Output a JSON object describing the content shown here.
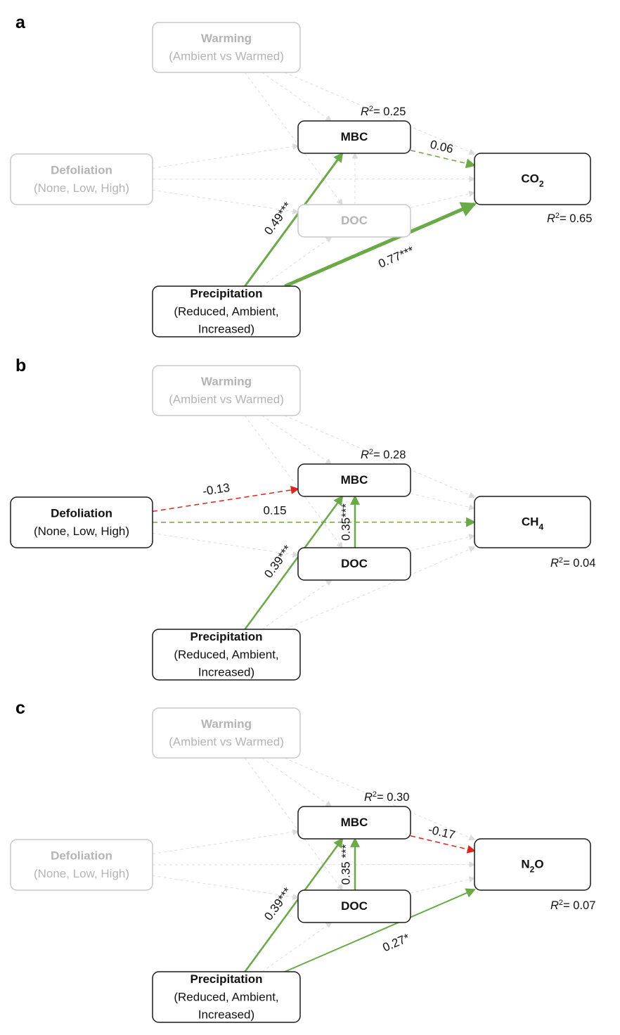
{
  "panels": [
    {
      "letter": "a",
      "nodes": {
        "warming": {
          "title": "Warming",
          "sub": [
            "(Ambient vs Warmed)"
          ],
          "active": false
        },
        "defoliation": {
          "title": "Defoliation",
          "sub": [
            "(None, Low, High)"
          ],
          "active": false
        },
        "precipitation": {
          "title": "Precipitation",
          "sub": [
            "(Reduced, Ambient,",
            "Increased)"
          ],
          "active": true
        },
        "mbc": {
          "title": "MBC",
          "sub": [],
          "active": true
        },
        "doc": {
          "title": "DOC",
          "sub": [],
          "active": false
        },
        "out": {
          "title": "CO",
          "subscript": "2",
          "sub": [],
          "active": true
        }
      },
      "r2": {
        "mbc": "0.25",
        "out": "0.65"
      },
      "paths": [
        {
          "from": "precipitation",
          "to": "mbc",
          "coef": "0.49***",
          "color": "green",
          "style": "solid",
          "width": 3
        },
        {
          "from": "precipitation",
          "to": "out",
          "coef": "0.77***",
          "color": "green",
          "style": "solid",
          "width": 5
        },
        {
          "from": "mbc",
          "to": "out",
          "coef": "0.06",
          "color": "green",
          "style": "dashed",
          "width": 1.5
        }
      ]
    },
    {
      "letter": "b",
      "nodes": {
        "warming": {
          "title": "Warming",
          "sub": [
            "(Ambient vs Warmed)"
          ],
          "active": false
        },
        "defoliation": {
          "title": "Defoliation",
          "sub": [
            "(None, Low, High)"
          ],
          "active": true
        },
        "precipitation": {
          "title": "Precipitation",
          "sub": [
            "(Reduced, Ambient,",
            "Increased)"
          ],
          "active": true
        },
        "mbc": {
          "title": "MBC",
          "sub": [],
          "active": true
        },
        "doc": {
          "title": "DOC",
          "sub": [],
          "active": true
        },
        "out": {
          "title": "CH",
          "subscript": "4",
          "sub": [],
          "active": true
        }
      },
      "r2": {
        "mbc": "0.28",
        "out": "0.04"
      },
      "paths": [
        {
          "from": "defoliation",
          "to": "mbc",
          "coef": "-0.13",
          "color": "red",
          "style": "dashed",
          "width": 1.5
        },
        {
          "from": "defoliation",
          "to": "out",
          "coef": "0.15",
          "color": "green",
          "style": "dashed",
          "width": 1.5
        },
        {
          "from": "precipitation",
          "to": "mbc",
          "coef": "0.39***",
          "color": "green",
          "style": "solid",
          "width": 2.5
        },
        {
          "from": "doc",
          "to": "mbc",
          "coef": "0.35***",
          "color": "green",
          "style": "solid",
          "width": 2.5
        }
      ]
    },
    {
      "letter": "c",
      "nodes": {
        "warming": {
          "title": "Warming",
          "sub": [
            "(Ambient vs Warmed)"
          ],
          "active": false
        },
        "defoliation": {
          "title": "Defoliation",
          "sub": [
            "(None, Low, High)"
          ],
          "active": false
        },
        "precipitation": {
          "title": "Precipitation",
          "sub": [
            "(Reduced, Ambient,",
            "Increased)"
          ],
          "active": true
        },
        "mbc": {
          "title": "MBC",
          "sub": [],
          "active": true
        },
        "doc": {
          "title": "DOC",
          "sub": [],
          "active": true
        },
        "out": {
          "title": "N",
          "subscript": "2",
          "suffix": "O",
          "sub": [],
          "active": true
        }
      },
      "r2": {
        "mbc": "0.30",
        "out": "0.07"
      },
      "paths": [
        {
          "from": "precipitation",
          "to": "mbc",
          "coef": "0.39***",
          "color": "green",
          "style": "solid",
          "width": 2.5
        },
        {
          "from": "precipitation",
          "to": "out",
          "coef": "0.27*",
          "color": "green",
          "style": "solid",
          "width": 2
        },
        {
          "from": "doc",
          "to": "mbc",
          "coef": "0.35 ***",
          "color": "green",
          "style": "solid",
          "width": 2.5
        },
        {
          "from": "mbc",
          "to": "out",
          "coef": "-0.17",
          "color": "red",
          "style": "dashed",
          "width": 1.5
        }
      ]
    }
  ],
  "colors": {
    "green": "#6aaa45",
    "red": "#e0241b",
    "grey_path": "#dcdcdc",
    "active_border": "#1a1a1a",
    "inactive_border": "#c8c8c8",
    "inactive_text": "#b4b4b4"
  }
}
